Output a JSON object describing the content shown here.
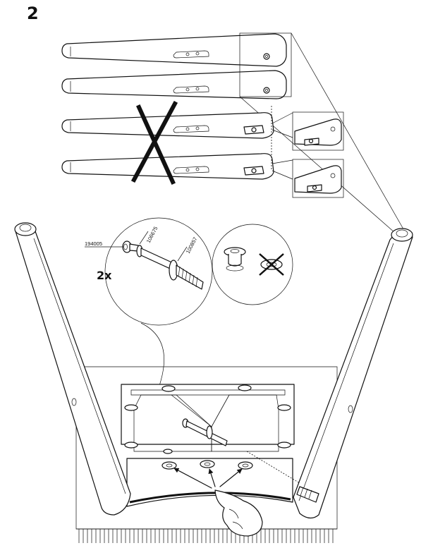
{
  "step_number": "2",
  "quantity_label": "2x",
  "part_numbers": {
    "screw_cap": "194005",
    "washer_small": "106675",
    "bolt": "100857"
  },
  "icons": {
    "wrong_mark": "cross-icon",
    "correct_mark": "none"
  },
  "colors": {
    "line": "#111111",
    "background": "#ffffff"
  }
}
